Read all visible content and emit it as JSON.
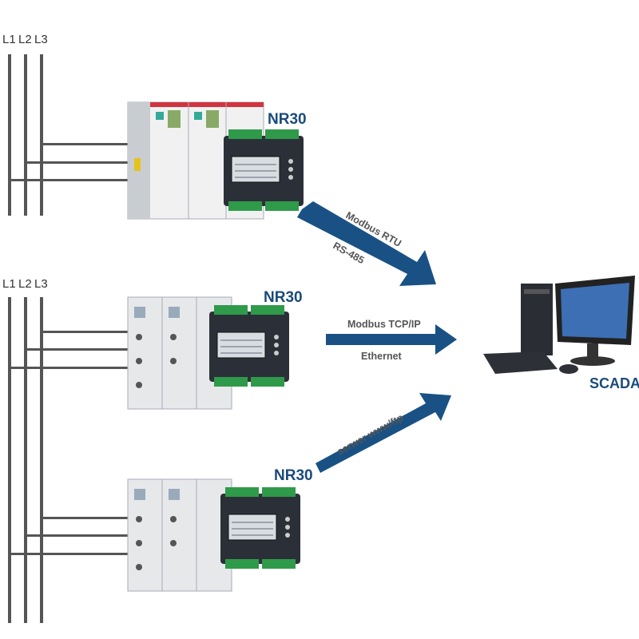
{
  "phase_labels": [
    "L1",
    "L2",
    "L3"
  ],
  "device_label": "NR30",
  "links": {
    "rtu": {
      "top": "Modbus RTU",
      "bottom": "RS-485"
    },
    "tcp": {
      "top": "Modbus TCP/IP",
      "bottom": "Ethernet"
    },
    "www": {
      "top": "serwer www/ftp"
    }
  },
  "scada_label": "SCADA",
  "colors": {
    "arrow": "#1a5185",
    "label": "#1a4a7a",
    "busbar": "#555555"
  }
}
